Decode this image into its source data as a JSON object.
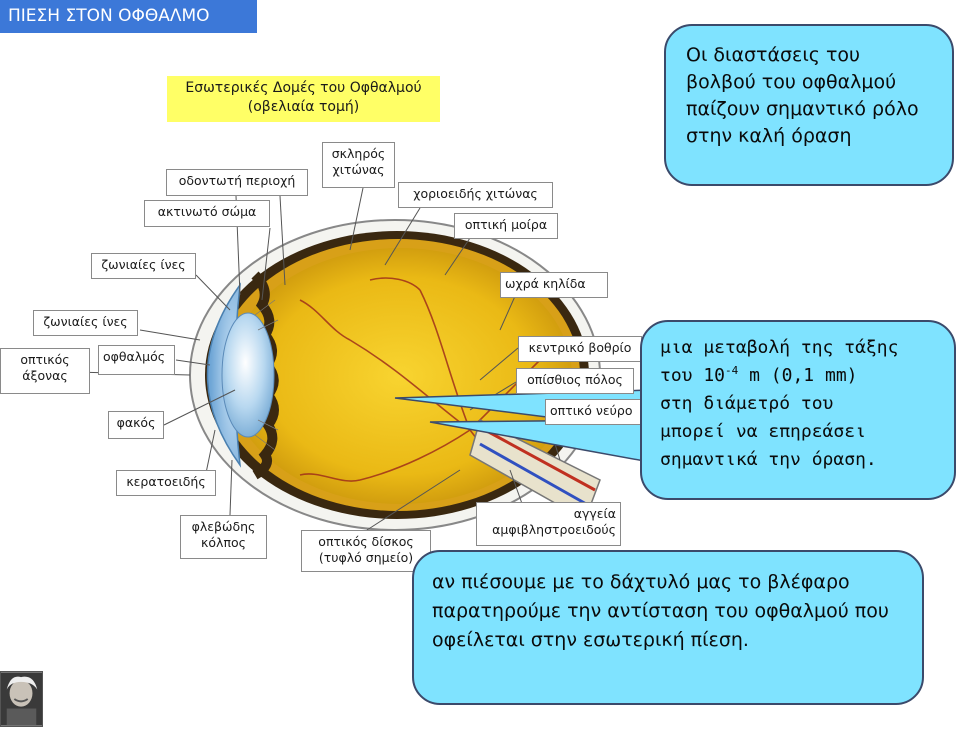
{
  "title": "ΠΙΕΣΗ ΣΤΟΝ ΟΦΘΑΛΜΟ",
  "heading_box": {
    "line1": "Εσωτερικές Δομές του Οφθαλμού",
    "line2": "(οβελιαία τομή)"
  },
  "labels": {
    "odontoti": "οδοντωτή περιοχή",
    "aktinoto": "ακτινωτό σώμα",
    "skliros_1": "σκληρός",
    "skliros_2": "χιτώνας",
    "xorioeidis": "χοριοειδής χιτώνας",
    "optiki_moira": "οπτική μοίρα",
    "zoniaies_1": "ζωνιαίες ίνες",
    "zoniaies_2": "ζωνιαίες ίνες",
    "oxra": "ωχρά κηλίδα",
    "optikos_axonas_1": "οπτικός",
    "optikos_axonas_2": "άξονας",
    "ofthalmos": "οφθαλμός",
    "fakos": "φακός",
    "keratoeidis": "κερατοειδής",
    "kentriko": "κεντρικό βοθρίο",
    "opisthios": "οπίσθιος πόλος",
    "optiko_neyro": "οπτικό νεύρο",
    "fleboodis_1": "φλεβώδης",
    "fleboodis_2": "κόλπος",
    "optikos_diskos_1": "οπτικός δίσκος",
    "optikos_diskos_2": "(τυφλό σημείο)",
    "angeia_1": "αγγεία",
    "angeia_2": "αμφιβληστροειδούς"
  },
  "callouts": {
    "c1": "Οι διαστάσεις του βολβού του οφθαλμού παίζουν σημαντικό ρόλο στην καλή όραση",
    "c2_line1": "μια μεταβολή της τάξης",
    "c2_pre": "του 10",
    "c2_exp": "-4",
    "c2_post": " m (0,1 mm)",
    "c2_line3": "στη διάμετρό του",
    "c2_line4": "μπορεί να επηρεάσει",
    "c2_line5": "σημαντικά την όραση.",
    "c3": "αν πιέσουμε με το δάχτυλό μας το βλέφαρο παρατηρούμε την αντίσταση του οφθαλμού που οφείλεται στην εσωτερική πίεση."
  },
  "colors": {
    "title_bg": "#3c78d8",
    "callout_bg": "#7fe3ff",
    "heading_bg": "#ffff66",
    "eye_yellow": "#f2c018"
  }
}
